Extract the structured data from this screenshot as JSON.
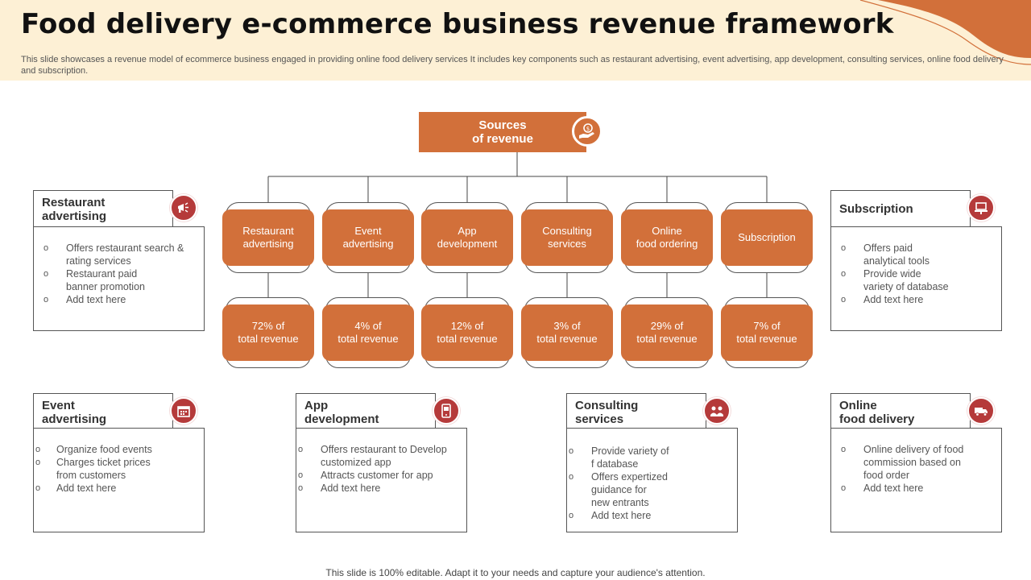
{
  "title": "Food delivery e-commerce business revenue framework",
  "subtitle": "This slide showcases a revenue model of ecommerce business engaged in providing online food delivery services It includes key components such as restaurant advertising, event advertising, app development, consulting services, online food delivery and subscription.",
  "root": {
    "label_line1": "Sources",
    "label_line2": "of revenue",
    "icon": "hand-coin-icon"
  },
  "nodes": [
    {
      "label_line1": "Restaurant",
      "label_line2": "advertising",
      "value_line1": "72% of",
      "value_line2": "total revenue"
    },
    {
      "label_line1": "Event",
      "label_line2": "advertising",
      "value_line1": "4% of",
      "value_line2": "total revenue"
    },
    {
      "label_line1": "App",
      "label_line2": "development",
      "value_line1": "12% of",
      "value_line2": "total revenue"
    },
    {
      "label_line1": "Consulting",
      "label_line2": "services",
      "value_line1": "3% of",
      "value_line2": "total revenue"
    },
    {
      "label_line1": "Online",
      "label_line2": "food ordering",
      "value_line1": "29% of",
      "value_line2": "total revenue"
    },
    {
      "label_line1": "",
      "label_line2": "Subscription",
      "value_line1": "7% of",
      "value_line2": "total revenue"
    }
  ],
  "cards": {
    "restaurant": {
      "title_line1": "Restaurant",
      "title_line2": "advertising",
      "icon": "megaphone-icon",
      "items": [
        [
          "Offers restaurant search &",
          "rating services"
        ],
        [
          "Restaurant paid",
          "banner promotion"
        ],
        [
          "Add text here",
          ""
        ]
      ]
    },
    "subscription": {
      "title_line1": "Subscription",
      "title_line2": "",
      "icon": "laptop-icon",
      "items": [
        [
          "Offers paid",
          "analytical tools"
        ],
        [
          "Provide wide",
          "variety of database"
        ],
        [
          "Add text here",
          ""
        ]
      ]
    },
    "event": {
      "title_line1": "Event",
      "title_line2": "advertising",
      "icon": "calendar-icon",
      "items": [
        [
          "Organize food events",
          ""
        ],
        [
          "Charges ticket prices",
          "from customers"
        ],
        [
          "Add text here",
          ""
        ]
      ]
    },
    "app": {
      "title_line1": "App",
      "title_line2": "development",
      "icon": "phone-app-icon",
      "items": [
        [
          "Offers restaurant to Develop",
          "customized app"
        ],
        [
          "Attracts customer for app",
          ""
        ],
        [
          "Add text here",
          ""
        ]
      ]
    },
    "consulting": {
      "title_line1": "Consulting",
      "title_line2": "services",
      "icon": "consultant-icon",
      "items": [
        [
          "Provide variety of",
          "f database"
        ],
        [
          "Offers expertized",
          "guidance for",
          "new entrants"
        ],
        [
          "Add text here",
          ""
        ]
      ]
    },
    "online": {
      "title_line1": "Online",
      "title_line2": "food delivery",
      "icon": "delivery-truck-icon",
      "items": [
        [
          "Online delivery of food",
          "commission based on",
          "food order"
        ],
        [
          "Add text here",
          ""
        ]
      ]
    }
  },
  "footer": "This slide is 100% editable. Adapt it to your needs and capture your audience's attention.",
  "colors": {
    "accent": "#d2703a",
    "icon_red": "#b53a3a",
    "header_bg": "#fdf0d5"
  }
}
